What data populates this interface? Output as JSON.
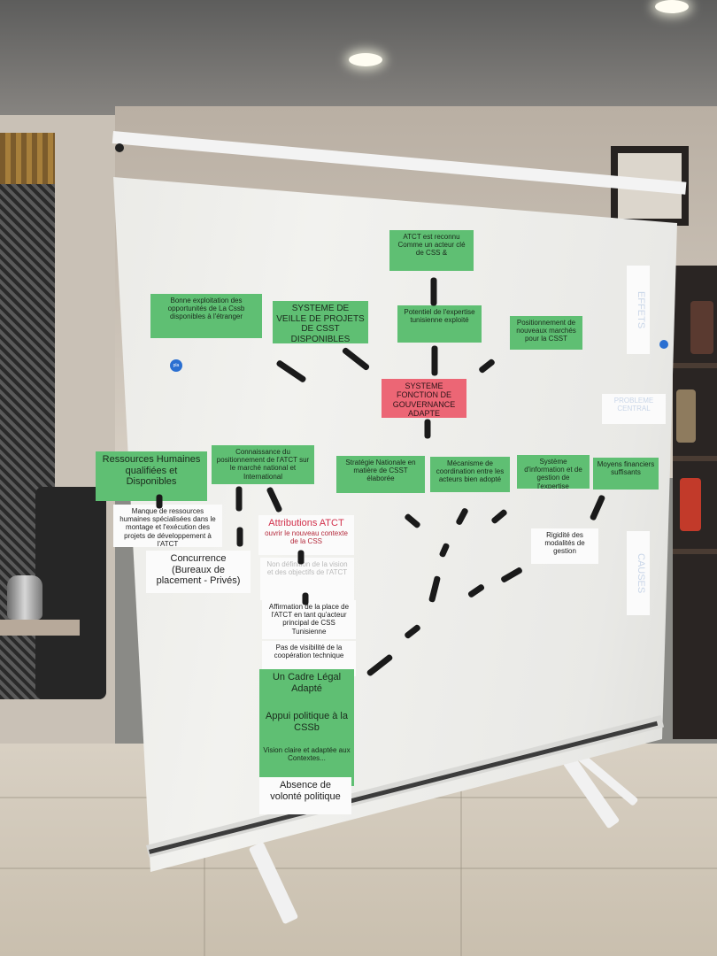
{
  "cards": {
    "top_effect": "ATCT est reconnu Comme un acteur clé de CSS &",
    "effect_1": "Bonne exploitation des opportunités de La Cssb disponibles à l'étranger",
    "effect_2": "SYSTEME DE VEILLE DE PROJETS DE CSST DISPONIBLES",
    "effect_3": "Potentiel de l'expertise tunisienne exploité",
    "effect_4": "Positionnement de nouveaux marchés pour la CSST",
    "core_problem": "SYSTEME FONCTION DE GOUVERNANCE ADAPTE",
    "cause_resources": "Ressources Humaines qualifiées et Disponibles",
    "cause_knowledge": "Connaissance du positionnement de l'ATCT sur le marché national et International",
    "cause_strategy": "Stratégie Nationale en matière de CSST élaborée",
    "cause_coordination": "Mécanisme de coordination entre les acteurs bien adopté",
    "cause_system": "Système d'information et de gestion de l'expertise tunisienne disponible",
    "cause_finance": "Moyens financiers suffisants",
    "missing_manpower": "Manque de ressources humaines spécialisées dans le montage et l'exécution des projets de développement à l'ATCT",
    "competition": "Concurrence (Bureaux de placement - Privés)",
    "attributions_title": "Attributions ATCT",
    "attributions_body": "ouvrir le nouveau contexte de la CSS",
    "faint_card": "Non définition de la vision et des objectifs de l'ATCT",
    "affirmation": "Affirmation de la place de l'ATCT en tant qu'acteur principal de CSS Tunisienne",
    "not_visible": "Pas de visibilité de la coopération technique",
    "legal_framework": "Un Cadre Légal Adapté",
    "political_support": "Appui politique à la CSSb",
    "clear_vision": "Vision claire et adaptée aux Contextes...",
    "political_will": "Absence de volonté politique",
    "rigidity": "Rigidité des modalités de gestion"
  },
  "side_labels": {
    "effects": "EFFETS",
    "central_problem": "PROBLEME CENTRAL",
    "causes": "CAUSES"
  },
  "stickers": {
    "logo": "pla"
  }
}
